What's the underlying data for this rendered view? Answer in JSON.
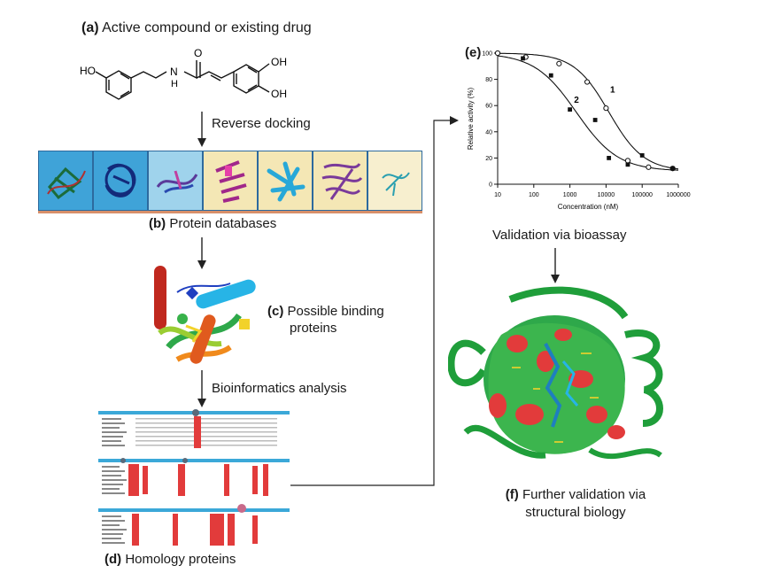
{
  "labels": {
    "a_tag": "(a)",
    "a_text": "Active compound or existing drug",
    "reverse_docking": "Reverse docking",
    "b_tag": "(b)",
    "b_text": "Protein databases",
    "c_tag": "(c)",
    "c_text_1": "Possible binding",
    "c_text_2": "proteins",
    "bioinformatics": "Bioinformatics analysis",
    "d_tag": "(d)",
    "d_text": "Homology proteins",
    "e_tag": "(e)",
    "validation_bioassay": "Validation via bioassay",
    "f_tag": "(f)",
    "f_text_1": "Further validation via",
    "f_text_2": "structural biology"
  },
  "molecule": {
    "ho": "HO",
    "n": "N",
    "h": "H",
    "o": "O",
    "oh1": "OH",
    "oh2": "OH"
  },
  "colors": {
    "arrow": "#222222",
    "db_panel_bg": "#f4e7b5",
    "db_panel_blue": "#3fa3d8",
    "db_border": "#2d6a9e",
    "highlight_red": "#e23b3b",
    "protein_green": "#1f9e3a"
  },
  "chart_data": {
    "type": "scatter",
    "ylabel": "Relative activity (%)",
    "xlabel": "Concentration (nM)",
    "xscale": "log",
    "xlim": [
      10,
      1000000
    ],
    "ylim": [
      0,
      100
    ],
    "xticks": [
      "10",
      "100",
      "1000",
      "10000",
      "100000",
      "1000000"
    ],
    "yticks": [
      "0",
      "20",
      "40",
      "60",
      "80",
      "100"
    ],
    "series": [
      {
        "name": "1",
        "marker": "open-circle",
        "points": [
          [
            10,
            100
          ],
          [
            60,
            97
          ],
          [
            500,
            92
          ],
          [
            3000,
            78
          ],
          [
            10000,
            58
          ],
          [
            40000,
            18
          ],
          [
            150000,
            13
          ],
          [
            700000,
            12
          ]
        ]
      },
      {
        "name": "2",
        "marker": "filled-square",
        "points": [
          [
            50,
            96
          ],
          [
            300,
            83
          ],
          [
            1000,
            57
          ],
          [
            5000,
            49
          ],
          [
            12000,
            20
          ],
          [
            40000,
            15
          ],
          [
            100000,
            22
          ],
          [
            700000,
            12
          ]
        ]
      }
    ]
  }
}
